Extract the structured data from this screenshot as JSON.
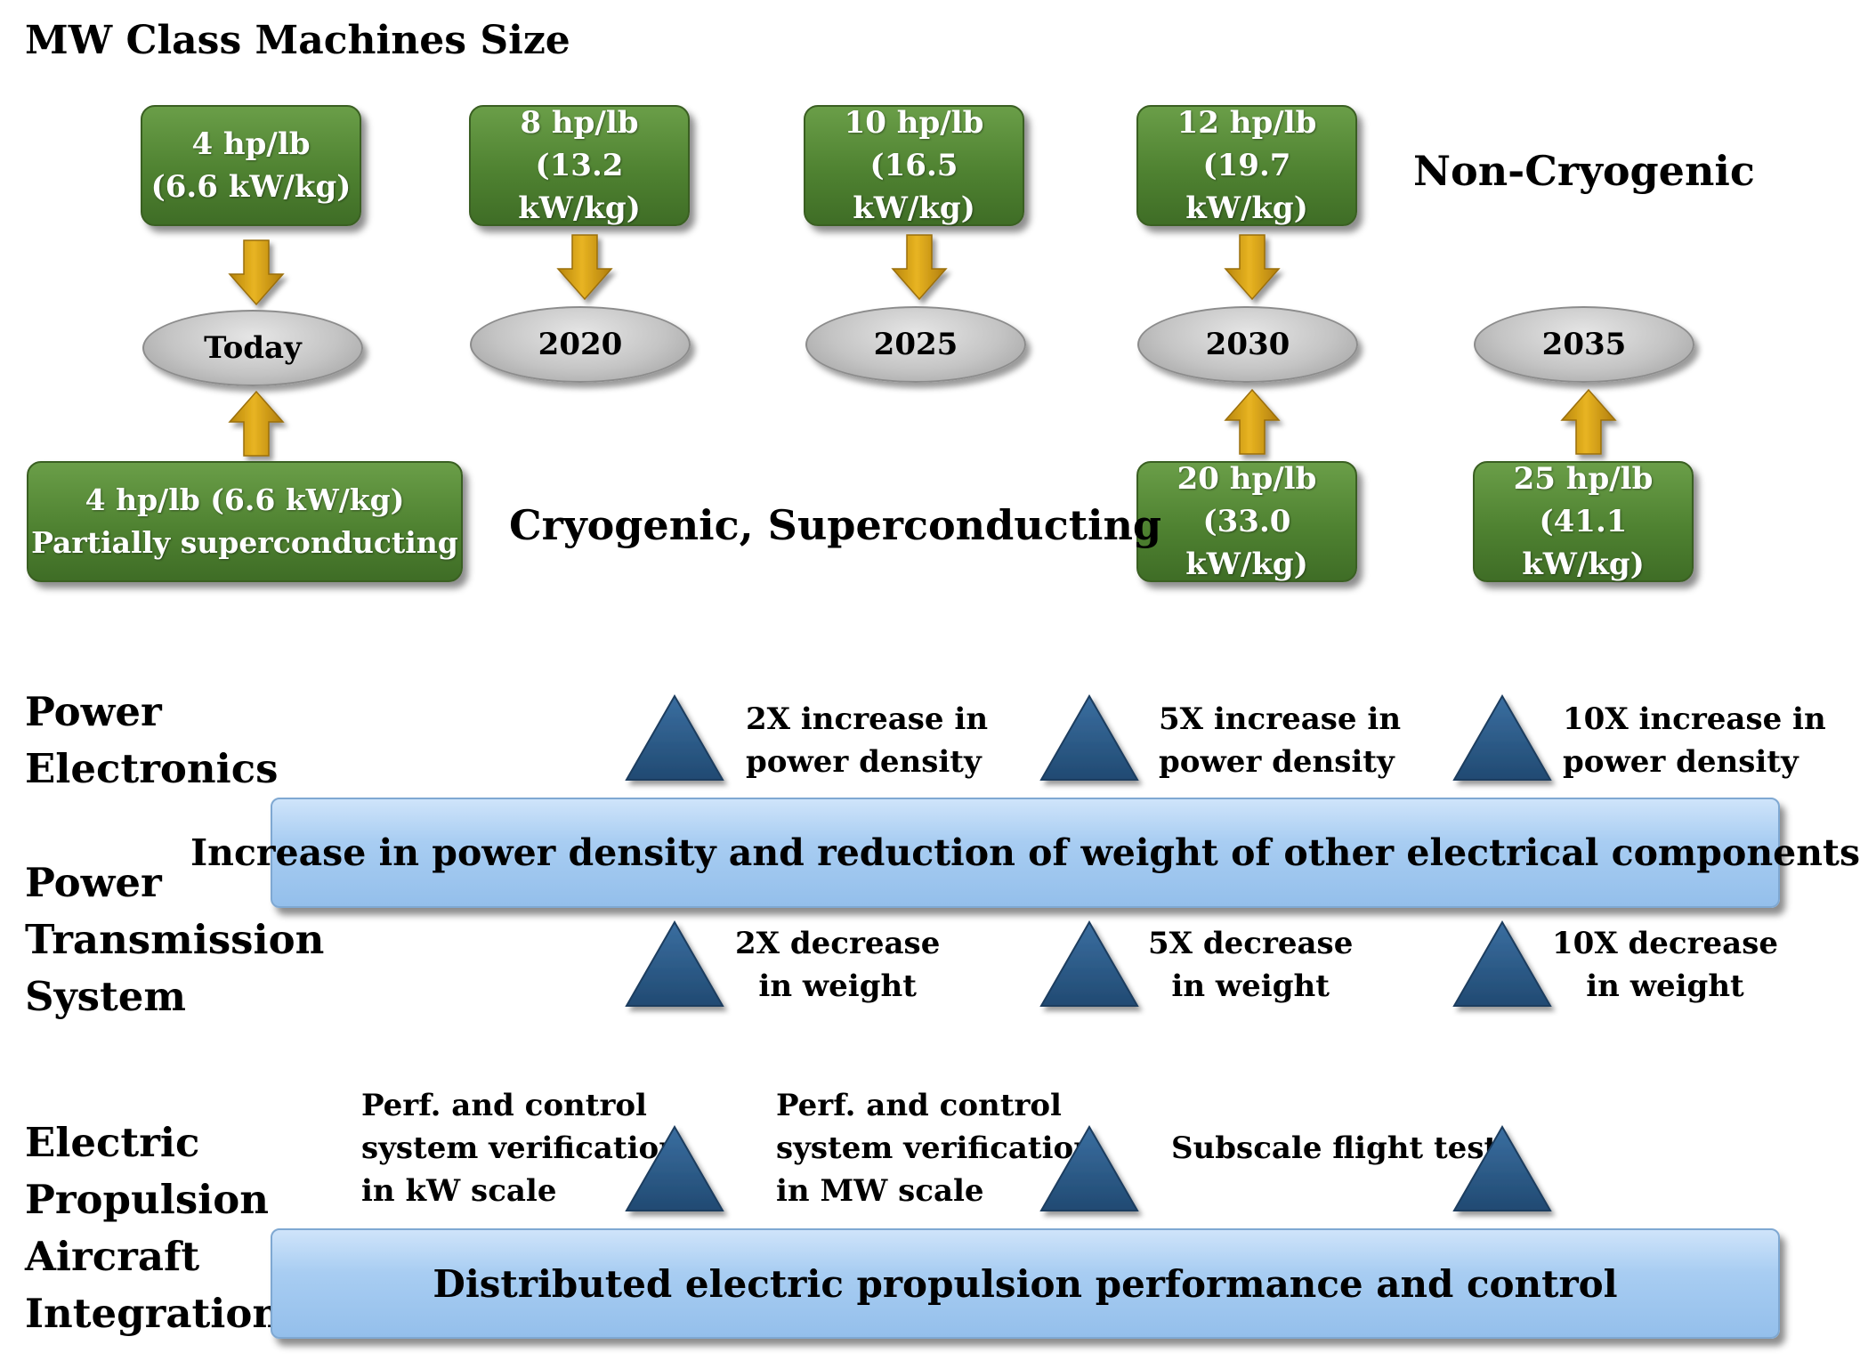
{
  "title": "MW Class Machines Size",
  "non_cryo_label": "Non-Cryogenic",
  "cryo_label": "Cryogenic, Superconducting",
  "non_cryo_boxes": [
    {
      "line1": "4 hp/lb",
      "line2": "(6.6 kW/kg)"
    },
    {
      "line1": "8 hp/lb",
      "line2": "(13.2 kW/kg)"
    },
    {
      "line1": "10 hp/lb",
      "line2": "(16.5 kW/kg)"
    },
    {
      "line1": "12 hp/lb",
      "line2": "(19.7 kW/kg)"
    }
  ],
  "timeline": [
    "Today",
    "2020",
    "2025",
    "2030",
    "2035"
  ],
  "cryo_boxes": [
    {
      "line1": "4 hp/lb (6.6 kW/kg)",
      "line2": "Partially superconducting"
    },
    {
      "line1": "20 hp/lb",
      "line2": "(33.0 kW/kg)"
    },
    {
      "line1": "25 hp/lb",
      "line2": "(41.1 kW/kg)"
    }
  ],
  "power_electronics": {
    "label_lines": [
      "Power",
      "Electronics"
    ],
    "milestones": [
      {
        "line1": "2X increase in",
        "line2": "power density"
      },
      {
        "line1": "5X increase in",
        "line2": "power density"
      },
      {
        "line1": "10X increase in",
        "line2": "power density"
      }
    ]
  },
  "power_density_bar": "Increase in power density and reduction of weight of other electrical components",
  "power_transmission": {
    "label_lines": [
      "Power",
      "Transmission",
      "System"
    ],
    "milestones": [
      {
        "line1": "2X decrease",
        "line2": "in weight"
      },
      {
        "line1": "5X decrease",
        "line2": "in weight"
      },
      {
        "line1": "10X decrease",
        "line2": "in weight"
      }
    ]
  },
  "integration": {
    "label_lines": [
      "Electric",
      "Propulsion",
      "Aircraft",
      "Integration"
    ],
    "milestones": [
      {
        "line1": "Perf. and control",
        "line2": "system verification",
        "line3": "in kW scale"
      },
      {
        "line1": "Perf. and control",
        "line2": "system verification",
        "line3": "in MW scale"
      },
      {
        "line1": "Subscale flight test"
      }
    ]
  },
  "integration_bar": "Distributed electric propulsion performance and control",
  "colors": {
    "green_box": "#4f8231",
    "oval_gray": "#c4c4c4",
    "arrow_gold": "#d4a017",
    "triangle_blue": "#2e5a86",
    "bar_blue": "#a8cdf2"
  }
}
